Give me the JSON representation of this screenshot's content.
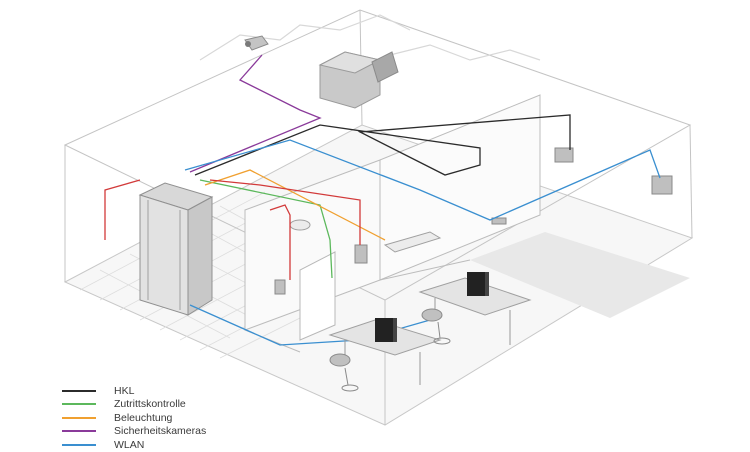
{
  "legend": {
    "items": [
      {
        "label": "HKL",
        "color": "#2b2b2b"
      },
      {
        "label": "Zutrittskontrolle",
        "color": "#5cb85c"
      },
      {
        "label": "Beleuchtung",
        "color": "#f0a030"
      },
      {
        "label": "Sicherheitskameras",
        "color": "#8a3a9a"
      },
      {
        "label": "WLAN",
        "color": "#3a8fd0"
      }
    ]
  },
  "colors": {
    "hkl": "#2b2b2b",
    "access": "#5cb85c",
    "lighting": "#f0a030",
    "cameras": "#8a3a9a",
    "wlan": "#3a8fd0",
    "power": "#d23a3a",
    "wall": "#bcbcbc",
    "device": "#8c8c8c"
  }
}
